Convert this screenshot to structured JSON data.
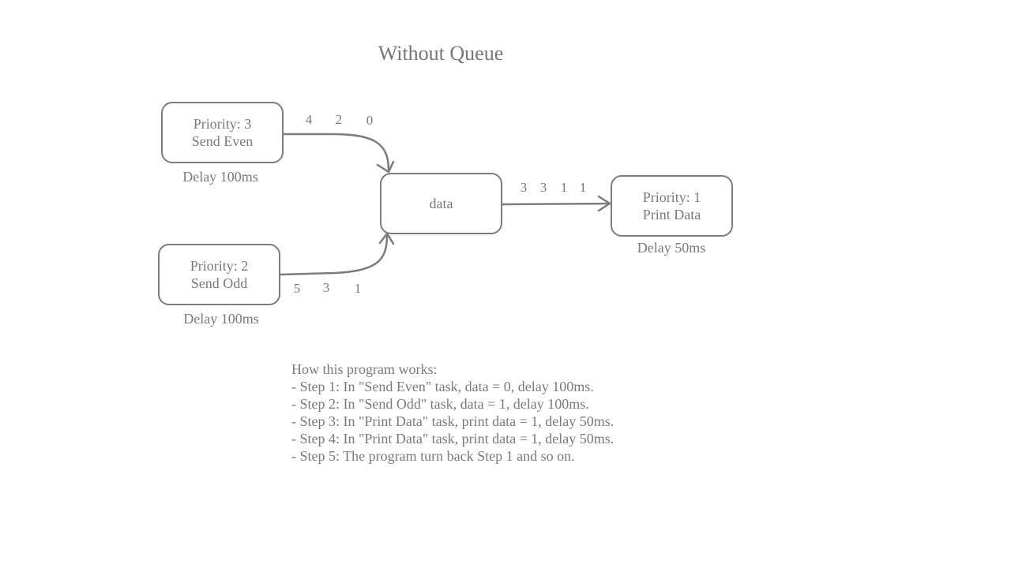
{
  "title": "Without Queue",
  "tasks": {
    "send_even": {
      "line1": "Priority: 3",
      "line2": "Send Even",
      "delay": "Delay 100ms"
    },
    "send_odd": {
      "line1": "Priority: 2",
      "line2": "Send Odd",
      "delay": "Delay 100ms"
    },
    "print_data": {
      "line1": "Priority: 1",
      "line2": "Print Data",
      "delay": "Delay 50ms"
    }
  },
  "data_box": {
    "label": "data"
  },
  "even_values": [
    "4",
    "2",
    "0"
  ],
  "odd_values": [
    "5",
    "3",
    "1"
  ],
  "output_values": [
    "3",
    "3",
    "1",
    "1"
  ],
  "notes": {
    "heading": "How this program works:",
    "steps": [
      "- Step 1: In \"Send Even\" task, data = 0, delay 100ms.",
      "- Step 2: In \"Send Odd\" task, data = 1, delay 100ms.",
      "- Step 3: In \"Print Data\" task, print data = 1, delay 50ms.",
      "- Step 4: In \"Print Data\" task, print data = 1, delay 50ms.",
      "- Step 5: The program turn back Step 1 and so on."
    ]
  },
  "colors": {
    "stroke": "#7d7d7d",
    "text": "#7a7a7a",
    "background": "#ffffff"
  }
}
